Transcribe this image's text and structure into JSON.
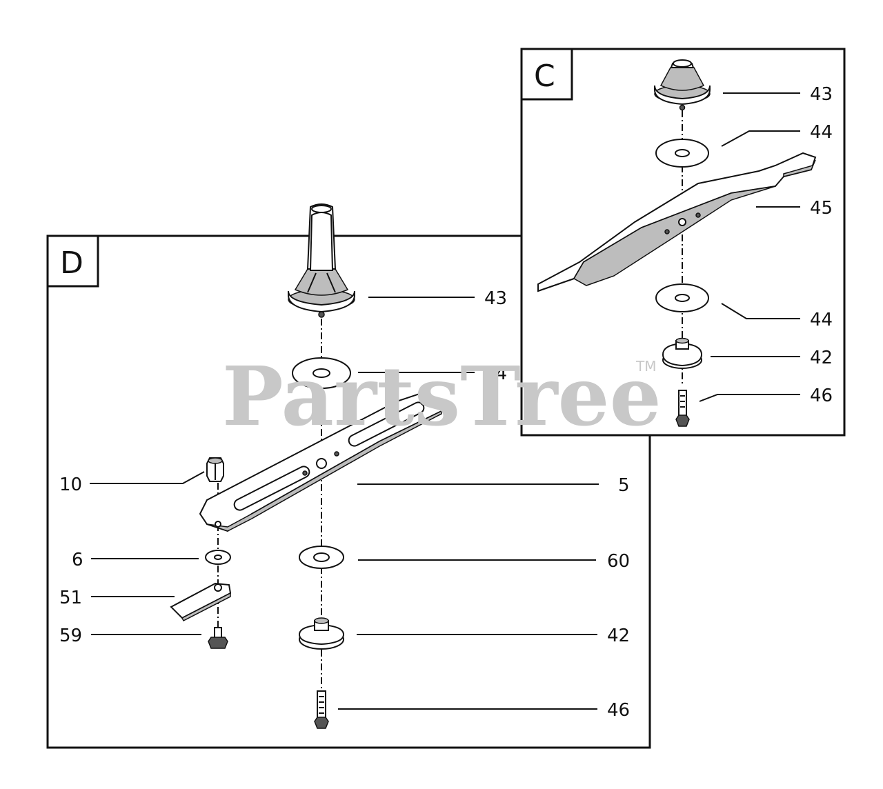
{
  "watermark": {
    "text": "PartsTree",
    "mark": "TM"
  },
  "panel_d": {
    "letter": "D",
    "callouts": {
      "p43": "43",
      "p44": "44",
      "p10": "10",
      "p5": "5",
      "p6": "6",
      "p60": "60",
      "p51": "51",
      "p59": "59",
      "p42": "42",
      "p46": "46"
    }
  },
  "panel_c": {
    "letter": "C",
    "callouts": {
      "p43": "43",
      "p44a": "44",
      "p45": "45",
      "p44b": "44",
      "p42": "42",
      "p46": "46"
    }
  }
}
